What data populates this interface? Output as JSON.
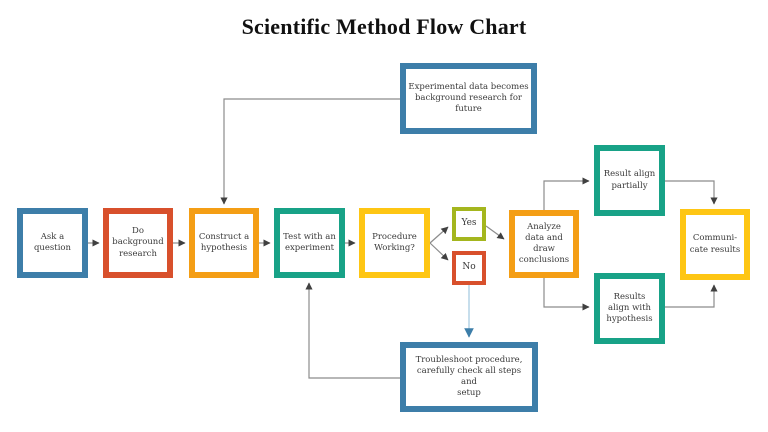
{
  "title": "Scientific Method Flow Chart",
  "palette": {
    "blue": "#3d7ea9",
    "red": "#d8502c",
    "orange": "#f49e15",
    "teal": "#18a287",
    "yellow": "#fec614",
    "olive": "#a4b61e",
    "connector_gray": "#8c8c8c",
    "arrowhead_dark": "#404040",
    "connector_light_blue": "#b9d5e8"
  },
  "nodes": {
    "ask_question": {
      "label": "Ask a\nquestion",
      "color": "#3d7ea9"
    },
    "background_research": {
      "label": "Do\nbackground\nresearch",
      "color": "#d8502c"
    },
    "construct_hypothesis": {
      "label": "Construct a\nhypothesis",
      "color": "#f49e15"
    },
    "test_experiment": {
      "label": "Test with an\nexperiment",
      "color": "#18a287"
    },
    "procedure_working": {
      "label": "Procedure\nWorking?",
      "color": "#fec614"
    },
    "yes": {
      "label": "Yes",
      "color": "#a4b61e"
    },
    "no": {
      "label": "No",
      "color": "#d8502c"
    },
    "analyze_data": {
      "label": "Analyze\ndata and\ndraw\nconclusions",
      "color": "#f49e15"
    },
    "result_align_partially": {
      "label": "Result align\npartially",
      "color": "#18a287"
    },
    "results_align_hypothesis": {
      "label": "Results\nalign with\nhypothesis",
      "color": "#18a287"
    },
    "communicate_results": {
      "label": "Communi-\ncate results",
      "color": "#fec614"
    },
    "experimental_data": {
      "label": "Experimental data becomes\nbackground research for\nfuture",
      "color": "#3d7ea9"
    },
    "troubleshoot": {
      "label": "Troubleshoot procedure,\ncarefully check all steps and\nsetup",
      "color": "#3d7ea9"
    }
  },
  "edges": [
    {
      "from": "ask_question",
      "to": "background_research"
    },
    {
      "from": "background_research",
      "to": "construct_hypothesis"
    },
    {
      "from": "construct_hypothesis",
      "to": "test_experiment"
    },
    {
      "from": "test_experiment",
      "to": "procedure_working"
    },
    {
      "from": "procedure_working",
      "to": "yes"
    },
    {
      "from": "procedure_working",
      "to": "no"
    },
    {
      "from": "yes",
      "to": "analyze_data"
    },
    {
      "from": "no",
      "to": "troubleshoot"
    },
    {
      "from": "troubleshoot",
      "to": "test_experiment"
    },
    {
      "from": "experimental_data",
      "to": "construct_hypothesis"
    },
    {
      "from": "analyze_data",
      "to": "result_align_partially"
    },
    {
      "from": "analyze_data",
      "to": "results_align_hypothesis"
    },
    {
      "from": "result_align_partially",
      "to": "communicate_results"
    },
    {
      "from": "results_align_hypothesis",
      "to": "communicate_results"
    }
  ]
}
